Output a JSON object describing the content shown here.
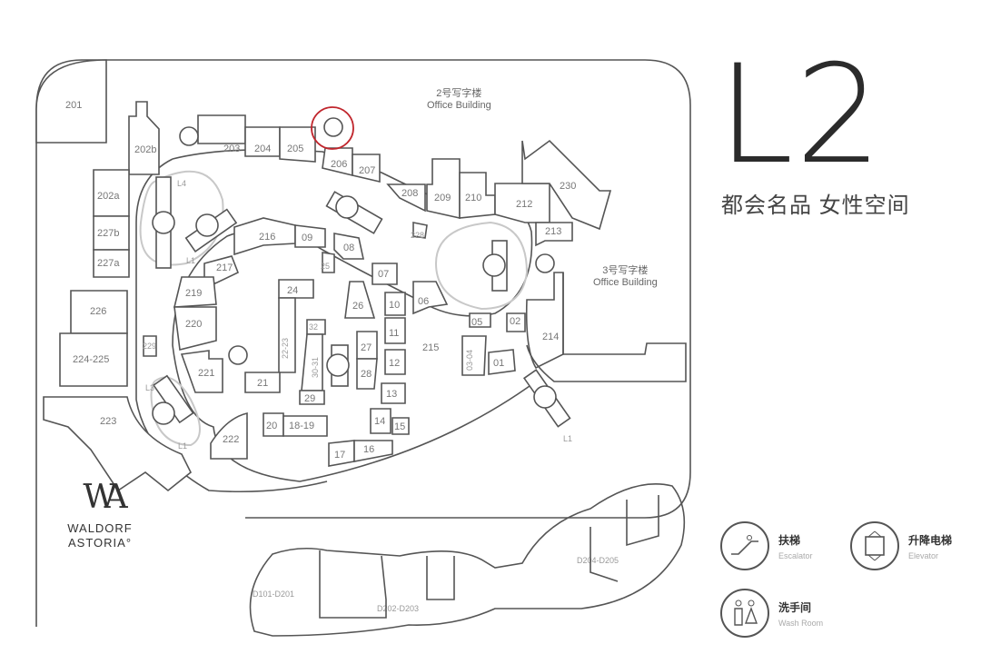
{
  "floor": {
    "level": "L2",
    "subtitle": "都会名品 女性空间"
  },
  "buildings": {
    "office2": {
      "cn": "2号写字楼",
      "en": "Office Building"
    },
    "office3": {
      "cn": "3号写字楼",
      "en": "Office Building"
    }
  },
  "brand": {
    "mark": "WA",
    "name_line1": "WALDORF",
    "name_line2": "ASTORIA°"
  },
  "units": [
    "201",
    "202b",
    "202a",
    "227b",
    "227a",
    "203",
    "204",
    "205",
    "206",
    "207",
    "208",
    "209",
    "210",
    "212",
    "230",
    "213",
    "216",
    "09",
    "08",
    "228",
    "217",
    "25",
    "24",
    "07",
    "06",
    "219",
    "220",
    "26",
    "10",
    "11",
    "215",
    "05",
    "02",
    "214",
    "226",
    "224-225",
    "229",
    "22-23",
    "32",
    "30-31",
    "27",
    "28",
    "12",
    "03-04",
    "01",
    "221",
    "21",
    "29",
    "13",
    "14",
    "15",
    "223",
    "222",
    "20",
    "18-19",
    "17",
    "16",
    "D101-D201",
    "D202-D203",
    "D204-D205"
  ],
  "markers": {
    "L1": "L1",
    "L3": "L3",
    "L4": "L4"
  },
  "highlight": {
    "label": "washroom-highlight",
    "color": "#c0262d"
  },
  "legend": [
    {
      "cn": "扶梯",
      "en": "Escalator"
    },
    {
      "cn": "升降电梯",
      "en": "Elevator"
    },
    {
      "cn": "洗手间",
      "en": "Wash Room"
    }
  ]
}
